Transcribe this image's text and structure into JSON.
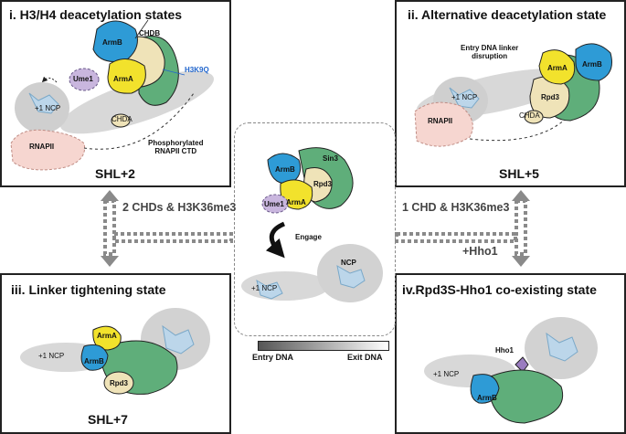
{
  "panels": {
    "p1": {
      "title": "i. H3/H4 deacetylation states",
      "state": "SHL+2",
      "labels": {
        "armb": "ArmB",
        "chdb": "CHDB",
        "ume1": "Ume1",
        "arma": "ArmA",
        "h3k9q": "H3K9Q",
        "ncp": "+1 NCP",
        "chda": "CHDA",
        "rnapii": "RNAPII",
        "ctd": "Phosphorylated\nRNAPII CTD"
      }
    },
    "p2": {
      "title": "ii.  Alternative deacetylation state",
      "state": "SHL+5",
      "labels": {
        "entry": "Entry DNA linker\ndisruption",
        "arma": "ArmA",
        "armb": "ArmB",
        "ncp": "+1 NCP",
        "rpd3": "Rpd3",
        "rnapii": "RNAPII",
        "chda": "CHDA"
      }
    },
    "p3": {
      "title": "iii.  Linker tightening state",
      "state": "SHL+7",
      "labels": {
        "arma": "ArmA",
        "ncp": "+1 NCP",
        "armb": "ArmB",
        "rpd3": "Rpd3"
      }
    },
    "p4": {
      "title": "iv.Rpd3S-Hho1 co-existing state",
      "labels": {
        "hho1": "Hho1",
        "ncp": "+1 NCP",
        "armb": "ArmB"
      }
    }
  },
  "center": {
    "labels": {
      "sin3": "Sin3",
      "armb": "ArmB",
      "rpd3": "Rpd3",
      "ume1": "Ume1",
      "arma": "ArmA",
      "engage": "Engage",
      "ncp": "NCP",
      "ncp1": "+1 NCP"
    },
    "gradient": {
      "left": "Entry DNA",
      "right": "Exit DNA"
    }
  },
  "arrows": {
    "left": "2 CHDs & H3K36me3",
    "right": "1 CHD & H3K36me3",
    "hho1": "+Hho1"
  },
  "colors": {
    "armb": "#2e9bd6",
    "arma": "#f2e22c",
    "sin3": "#5fae7a",
    "rpd3": "#efe3b8",
    "ume1": "#c9b6de",
    "rnapii": "#f6d6d0",
    "hho1": "#9a7cc0"
  }
}
